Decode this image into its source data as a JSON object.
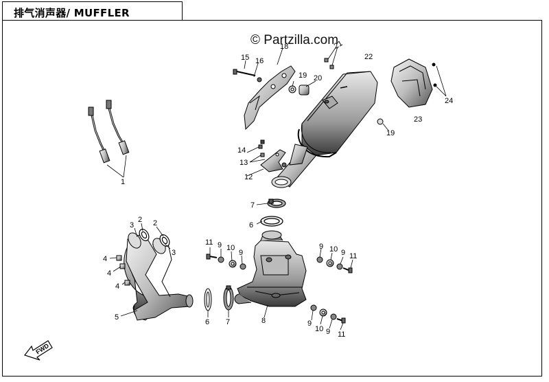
{
  "title": "排气消声器/ MUFFLER",
  "watermark": "© Partzilla.com",
  "fwd_label": "FWD",
  "callouts": [
    {
      "id": "c1",
      "text": "1"
    },
    {
      "id": "c2a",
      "text": "2"
    },
    {
      "id": "c2b",
      "text": "2"
    },
    {
      "id": "c3a",
      "text": "3"
    },
    {
      "id": "c3b",
      "text": "3"
    },
    {
      "id": "c4a",
      "text": "4"
    },
    {
      "id": "c4b",
      "text": "4"
    },
    {
      "id": "c4c",
      "text": "4"
    },
    {
      "id": "c5",
      "text": "5"
    },
    {
      "id": "c6a",
      "text": "6"
    },
    {
      "id": "c6b",
      "text": "6"
    },
    {
      "id": "c7a",
      "text": "7"
    },
    {
      "id": "c7b",
      "text": "7"
    },
    {
      "id": "c8",
      "text": "8"
    },
    {
      "id": "c9a",
      "text": "9"
    },
    {
      "id": "c9b",
      "text": "9"
    },
    {
      "id": "c9c",
      "text": "9"
    },
    {
      "id": "c9d",
      "text": "9"
    },
    {
      "id": "c9e",
      "text": "9"
    },
    {
      "id": "c9f",
      "text": "9"
    },
    {
      "id": "c10a",
      "text": "10"
    },
    {
      "id": "c10b",
      "text": "10"
    },
    {
      "id": "c10c",
      "text": "10"
    },
    {
      "id": "c11a",
      "text": "11"
    },
    {
      "id": "c11b",
      "text": "11"
    },
    {
      "id": "c11c",
      "text": "11"
    },
    {
      "id": "c12",
      "text": "12"
    },
    {
      "id": "c13",
      "text": "13"
    },
    {
      "id": "c14",
      "text": "14"
    },
    {
      "id": "c15",
      "text": "15"
    },
    {
      "id": "c16",
      "text": "16"
    },
    {
      "id": "c18",
      "text": "18"
    },
    {
      "id": "c19a",
      "text": "19"
    },
    {
      "id": "c19b",
      "text": "19"
    },
    {
      "id": "c20",
      "text": "20"
    },
    {
      "id": "c21",
      "text": "21"
    },
    {
      "id": "c22",
      "text": "22"
    },
    {
      "id": "c23",
      "text": "23"
    },
    {
      "id": "c24",
      "text": "24"
    }
  ]
}
